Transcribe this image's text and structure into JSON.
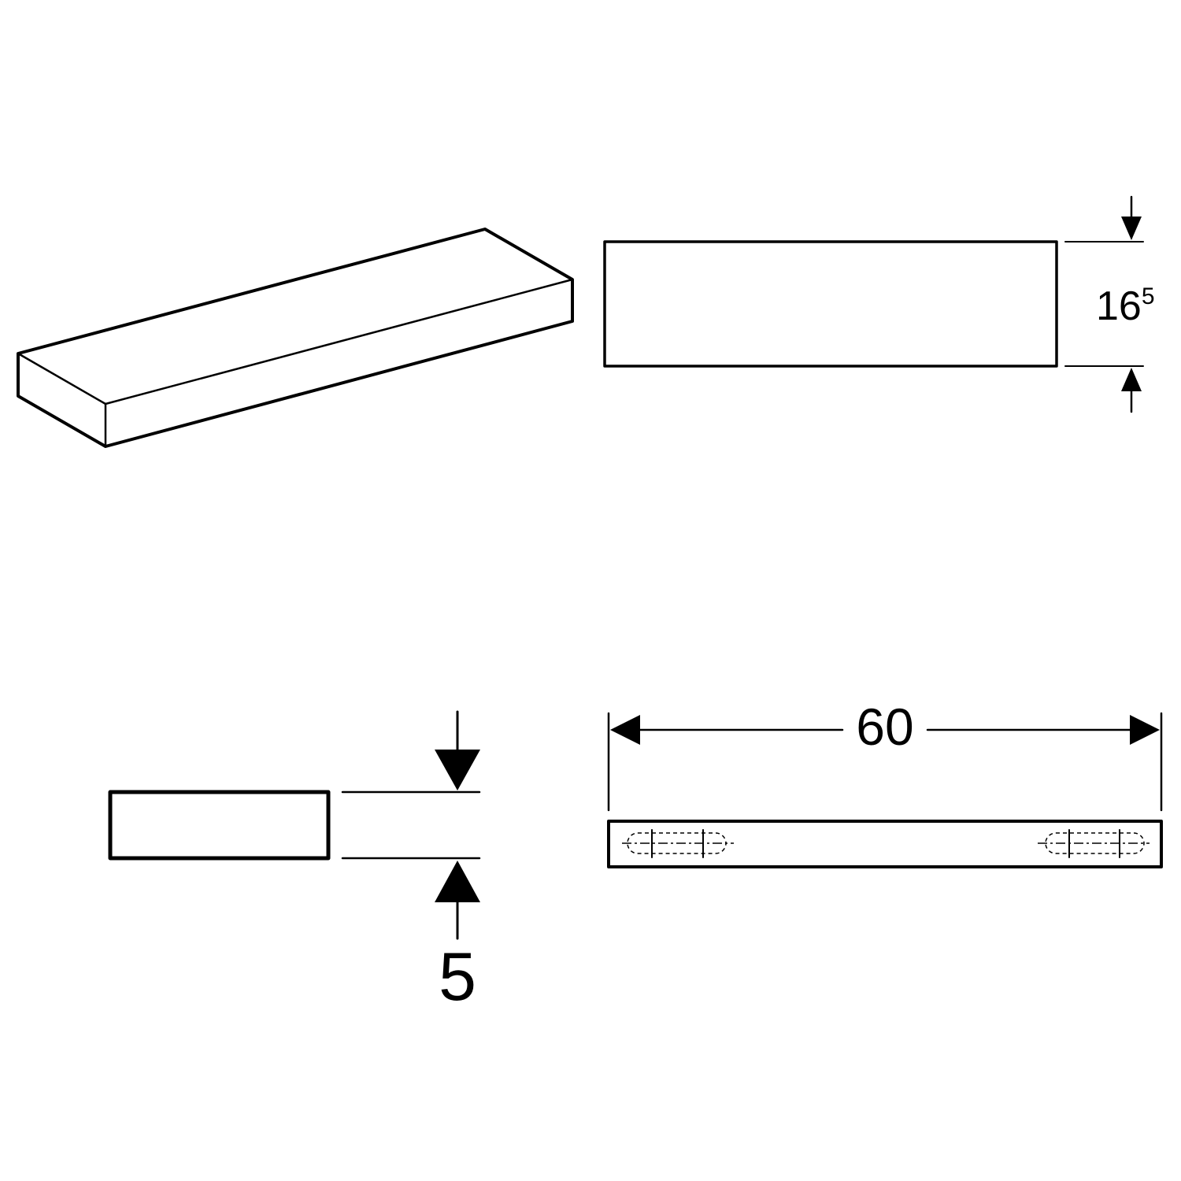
{
  "drawing": {
    "dimensions": {
      "height_top_view": {
        "main": "16",
        "superscript": "5"
      },
      "depth_side_view": "5",
      "width_front_view": "60"
    },
    "colors": {
      "line": "#000000",
      "background": "#ffffff"
    }
  }
}
